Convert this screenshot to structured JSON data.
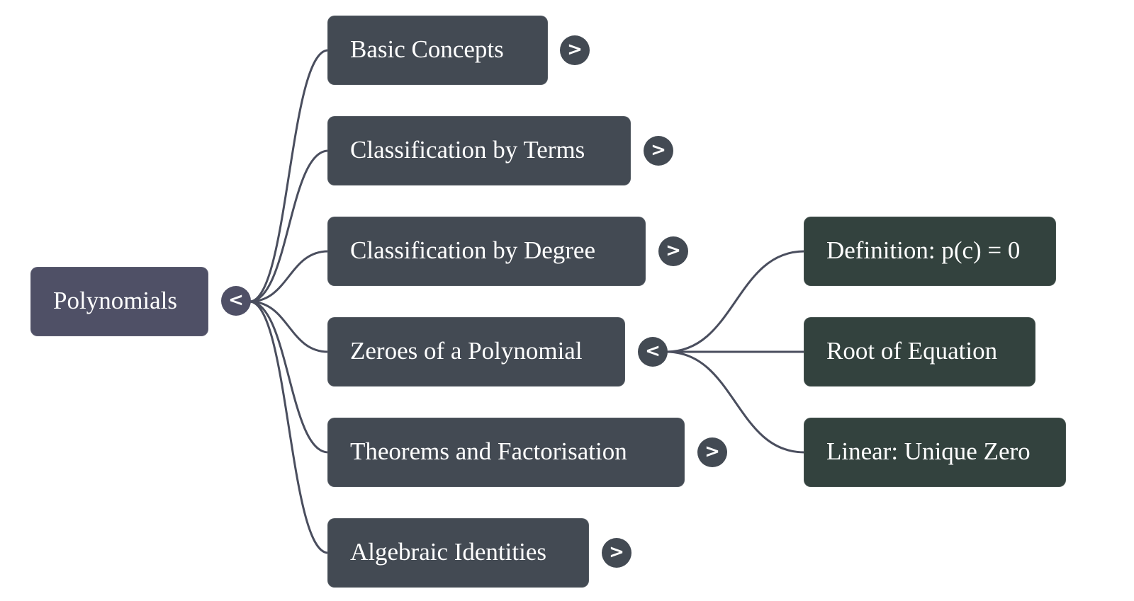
{
  "mindmap": {
    "root": {
      "label": "Polynomials",
      "toggle": "<",
      "expanded": true,
      "color": "#4f5066"
    },
    "level1_color": "#434a53",
    "level2_color": "#33423e",
    "link_color": "#4a4e5e",
    "children": [
      {
        "label": "Basic Concepts",
        "toggle": ">",
        "expanded": false
      },
      {
        "label": "Classification by Terms",
        "toggle": ">",
        "expanded": false
      },
      {
        "label": "Classification by Degree",
        "toggle": ">",
        "expanded": false
      },
      {
        "label": "Zeroes of a Polynomial",
        "toggle": "<",
        "expanded": true,
        "children": [
          {
            "label": "Definition: p(c) = 0"
          },
          {
            "label": "Root of Equation"
          },
          {
            "label": "Linear: Unique Zero"
          }
        ]
      },
      {
        "label": "Theorems and Factorisation",
        "toggle": ">",
        "expanded": false
      },
      {
        "label": "Algebraic Identities",
        "toggle": ">",
        "expanded": false
      }
    ]
  }
}
